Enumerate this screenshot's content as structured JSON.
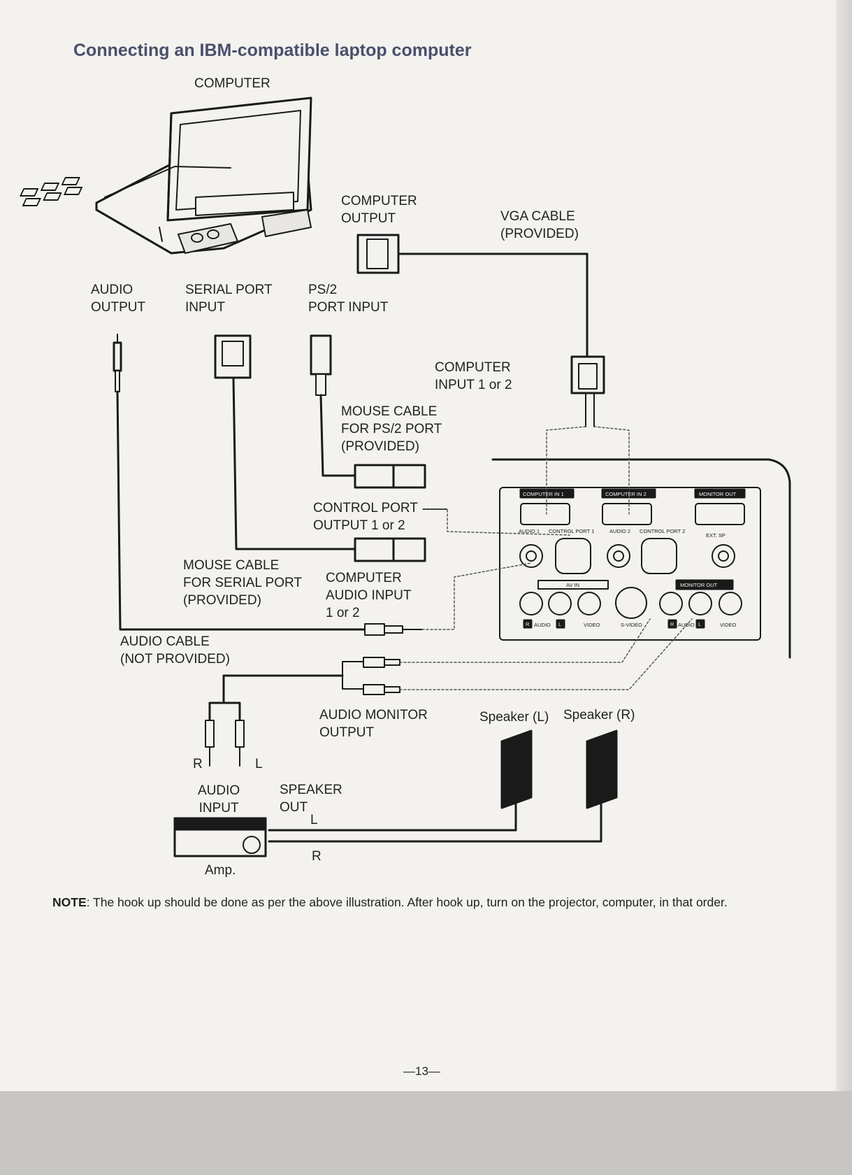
{
  "title": "Connecting an IBM-compatible laptop computer",
  "labels": {
    "computer": "COMPUTER",
    "computer_output": "COMPUTER\nOUTPUT",
    "vga_cable": "VGA CABLE\n(PROVIDED)",
    "audio_output": "AUDIO\nOUTPUT",
    "serial_port_input": "SERIAL PORT\nINPUT",
    "ps2_port_input": "PS/2\nPORT INPUT",
    "computer_input": "COMPUTER\nINPUT 1 or 2",
    "mouse_cable_ps2": "MOUSE CABLE\nFOR PS/2 PORT\n(PROVIDED)",
    "control_port_output": "CONTROL PORT\nOUTPUT 1 or 2",
    "mouse_cable_serial": "MOUSE CABLE\nFOR SERIAL PORT\n(PROVIDED)",
    "computer_audio_input": "COMPUTER\nAUDIO INPUT\n1 or 2",
    "audio_cable": "AUDIO CABLE\n(NOT PROVIDED)",
    "audio_monitor_output": "AUDIO MONITOR\nOUTPUT",
    "speaker_l": "Speaker (L)",
    "speaker_r": "Speaker (R)",
    "plug_r": "R",
    "plug_l": "L",
    "audio_input": "AUDIO\nINPUT",
    "speaker_out": "SPEAKER\nOUT",
    "wire_l": "L",
    "wire_r": "R",
    "amp": "Amp."
  },
  "panel": {
    "computer_in_1": "COMPUTER IN 1",
    "computer_in_2": "COMPUTER IN 2",
    "monitor_out": "MONITOR OUT",
    "audio_1": "AUDIO 1",
    "control_port_1": "CONTROL PORT 1",
    "audio_2": "AUDIO 2",
    "control_port_2": "CONTROL PORT 2",
    "ext_sp": "EXT. SP",
    "av_in": "AV IN",
    "monitor_out_2": "MONITOR OUT",
    "r_box": "R",
    "audio_text": "AUDIO",
    "l_box": "L",
    "video": "VIDEO",
    "s_video": "S-VIDEO",
    "r_box_2": "R",
    "audio_text_2": "AUDIO",
    "l_box_2": "L",
    "video_2": "VIDEO"
  },
  "note": {
    "label": "NOTE",
    "text": ": The hook up should be done as per the above illustration. After hook up, turn on the projector, computer, in that order."
  },
  "page_number": "—13—"
}
